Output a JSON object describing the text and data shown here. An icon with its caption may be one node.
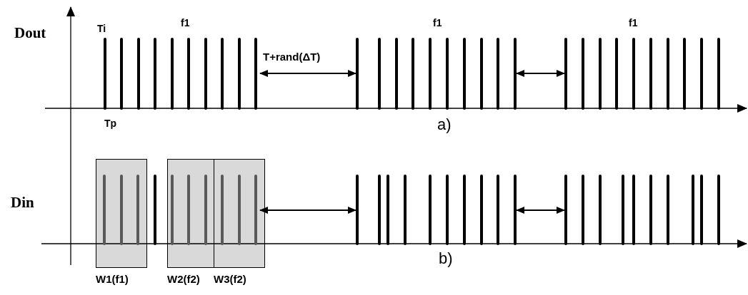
{
  "diagram": {
    "nodes": [
      {
        "text": [
          "W1(f1)"
        ]
      },
      {
        "text": [
          "W2(f2)"
        ]
      },
      {
        "text": [
          "W3(f2)"
        ]
      }
    ],
    "labels": [
      "Dout",
      "Ti",
      "f1",
      "f1",
      "f1",
      "T+rand(ΔT)",
      "Tp",
      "a)",
      "Din",
      "b)"
    ]
  }
}
